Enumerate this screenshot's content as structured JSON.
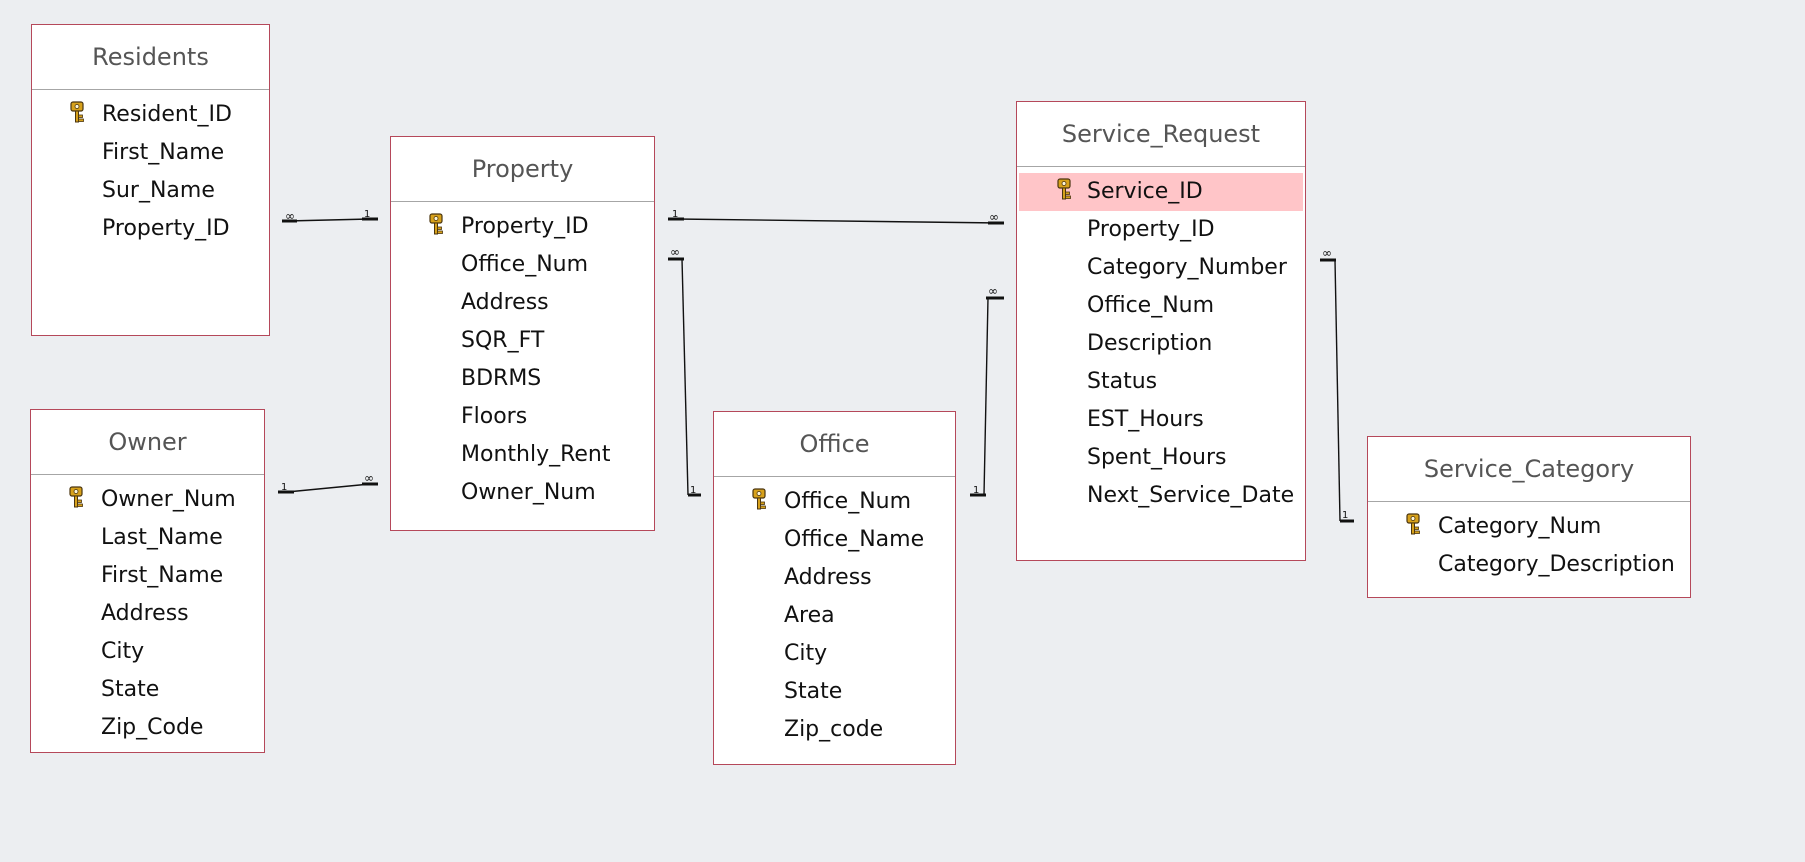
{
  "tables": {
    "residents": {
      "title": "Residents",
      "fields": [
        "Resident_ID",
        "First_Name",
        "Sur_Name",
        "Property_ID"
      ]
    },
    "owner": {
      "title": "Owner",
      "fields": [
        "Owner_Num",
        "Last_Name",
        "First_Name",
        "Address",
        "City",
        "State",
        "Zip_Code"
      ]
    },
    "property": {
      "title": "Property",
      "fields": [
        "Property_ID",
        "Office_Num",
        "Address",
        "SQR_FT",
        "BDRMS",
        "Floors",
        "Monthly_Rent",
        "Owner_Num"
      ]
    },
    "office": {
      "title": "Office",
      "fields": [
        "Office_Num",
        "Office_Name",
        "Address",
        "Area",
        "City",
        "State",
        "Zip_code"
      ]
    },
    "service_request": {
      "title": "Service_Request",
      "fields": [
        "Service_ID",
        "Property_ID",
        "Category_Number",
        "Office_Num",
        "Description",
        "Status",
        "EST_Hours",
        "Spent_Hours",
        "Next_Service_Date"
      ],
      "selected_field": "Service_ID"
    },
    "service_category": {
      "title": "Service_Category",
      "fields": [
        "Category_Num",
        "Category_Description"
      ]
    }
  },
  "relationship_symbols": {
    "one": "1",
    "many": "∞"
  },
  "colors": {
    "background": "#eceef1",
    "table_border": "#b5485a",
    "title_divider": "#a6a6a6",
    "selection": "#ffc5c8",
    "line": "#111111",
    "key_gold": "#d7a11b"
  }
}
